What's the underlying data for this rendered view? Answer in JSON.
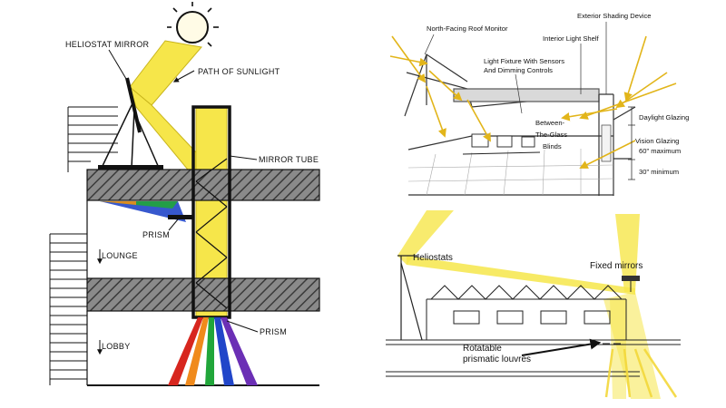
{
  "panels": {
    "left": {
      "labels": {
        "heliostat_mirror": "HELIOSTAT MIRROR",
        "path_of_sunlight": "PATH OF SUNLIGHT",
        "mirror_tube": "MIRROR TUBE",
        "prism_upper": "PRISM",
        "lounge": "LOUNGE",
        "prism_lower": "PRISM",
        "lobby": "LOBBY"
      }
    },
    "top_right": {
      "labels": {
        "roof_monitor": "North-Facing Roof Monitor",
        "exterior_shading": "Exterior Shading Device",
        "interior_light_shelf": "Interior Light Shelf",
        "light_fixture_line1": "Light Fixture With Sensors",
        "light_fixture_line2": "And Dimming Controls",
        "daylight_glazing": "Daylight Glazing",
        "between_line1": "Between-",
        "between_line2": "The-Glass",
        "between_line3": "Blinds",
        "vision_line1": "Vision Glazing",
        "vision_line2": "60\" maximum",
        "min_30": "30\" minimum"
      }
    },
    "bottom_right": {
      "labels": {
        "heliostats": "Heliostats",
        "fixed_mirrors": "Fixed mirrors",
        "louvres_line1": "Rotatable",
        "louvres_line2": "prismatic louvres"
      }
    }
  },
  "colors": {
    "sunlight": "#f6e64a",
    "sunlight_edge": "#c9b51c",
    "floor_slab": "#6b6b6b",
    "ray_arrow": "#e2b51a",
    "beam_red": "#d7261e",
    "beam_orange": "#f08a1c",
    "beam_green": "#21a63a",
    "beam_blue": "#2146c9",
    "beam_violet": "#6b2fb5"
  }
}
